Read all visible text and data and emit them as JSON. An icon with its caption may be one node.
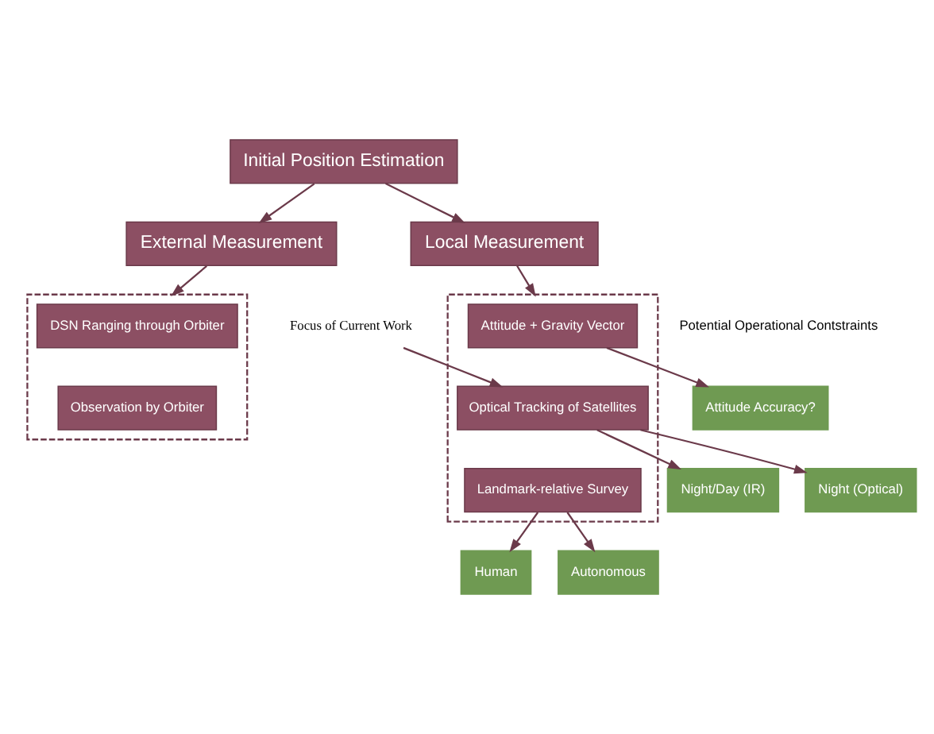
{
  "diagram": {
    "nodes": [
      {
        "text": [
          "Initial Position Estimation"
        ]
      },
      {
        "text": [
          "External Measurement"
        ]
      },
      {
        "text": [
          "Local Measurement"
        ]
      },
      {
        "text": [],
        "shape": "box"
      },
      {
        "text": [
          "DSN Ranging through Orbiter"
        ],
        "in": 3
      },
      {
        "text": [
          "Observation by Orbiter"
        ],
        "in": 3
      },
      {
        "text": [],
        "shape": "box"
      },
      {
        "text": [
          "Attitude + Gravity Vector"
        ],
        "in": 6
      },
      {
        "text": [
          "Optical Tracking of Satellites"
        ],
        "in": 6
      },
      {
        "text": [
          "Landmark-relative Survey"
        ],
        "in": 6
      },
      {
        "text": [
          "Attitude Accuracy?"
        ]
      },
      {
        "text": [
          "Night/Day (IR)"
        ]
      },
      {
        "text": [
          "Night (Optical)"
        ]
      },
      {
        "text": [
          "Human"
        ]
      },
      {
        "text": [
          "Autonomous"
        ]
      },
      {
        "text": [
          "Focus of Current Work"
        ]
      }
    ],
    "edges": [
      {
        "from": 0,
        "to": 1,
        "arrow": "to"
      },
      {
        "from": 0,
        "to": 2,
        "arrow": "to"
      },
      {
        "from": 1,
        "to": 3,
        "arrow": "to"
      },
      {
        "from": 2,
        "to": 6,
        "arrow": "to"
      },
      {
        "from": 7,
        "to": 10,
        "arrow": "to"
      },
      {
        "from": 8,
        "to": 11,
        "arrow": "to"
      },
      {
        "from": 8,
        "to": 12,
        "arrow": "to"
      },
      {
        "from": 9,
        "to": 13,
        "arrow": "to"
      },
      {
        "from": 9,
        "to": 14,
        "arrow": "to"
      },
      {
        "from": 15,
        "to": 8,
        "arrow": "to"
      }
    ],
    "labels": [
      "Potential Operational Contstraints"
    ]
  }
}
